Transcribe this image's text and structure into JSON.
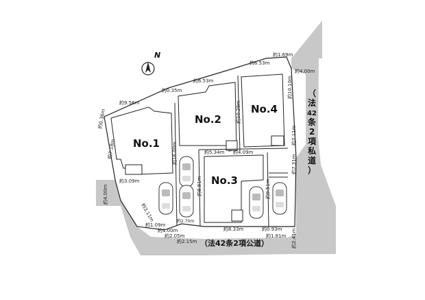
{
  "compass": {
    "label": "N"
  },
  "lots": {
    "no1": "No.1",
    "no2": "No.2",
    "no3": "No.3",
    "no4": "No.4"
  },
  "roads": {
    "public_road": "（法42条2項公道）",
    "private_road_chars": [
      "（",
      "法",
      "42",
      "条",
      "2",
      "項",
      "私",
      "道",
      "）"
    ]
  },
  "dimensions": {
    "north_1": "約1.69m",
    "north_2": "約6.53m",
    "north_3": "約6.53m",
    "north_4": "約0.35m",
    "north_5": "約9.56m",
    "east_top": "約4.00m",
    "west_1": "約0.36m",
    "west_2": "約7.18m",
    "west_road": "約4.00m",
    "no1_south": "約3.09m",
    "no1_se": "約3.11m",
    "drive_width": "約16.00m",
    "no3_north": "約5.34m",
    "no4_sw": "約4.09m",
    "no4_west": "約10.29m",
    "no3_west": "約8.81m",
    "no3_east": "約9.51m",
    "east_1": "約10.10m",
    "east_2": "約7.11m",
    "east_3": "約7.31m",
    "east_4": "約2.41m",
    "drive_bottom": "約2.70m",
    "s_109": "約1.09m",
    "s_100": "約1.00m",
    "s_205": "約2.05m",
    "s_215": "約2.15m",
    "s_833": "約8.33m",
    "s_093": "約0.93m",
    "s_181": "約1.81m"
  }
}
